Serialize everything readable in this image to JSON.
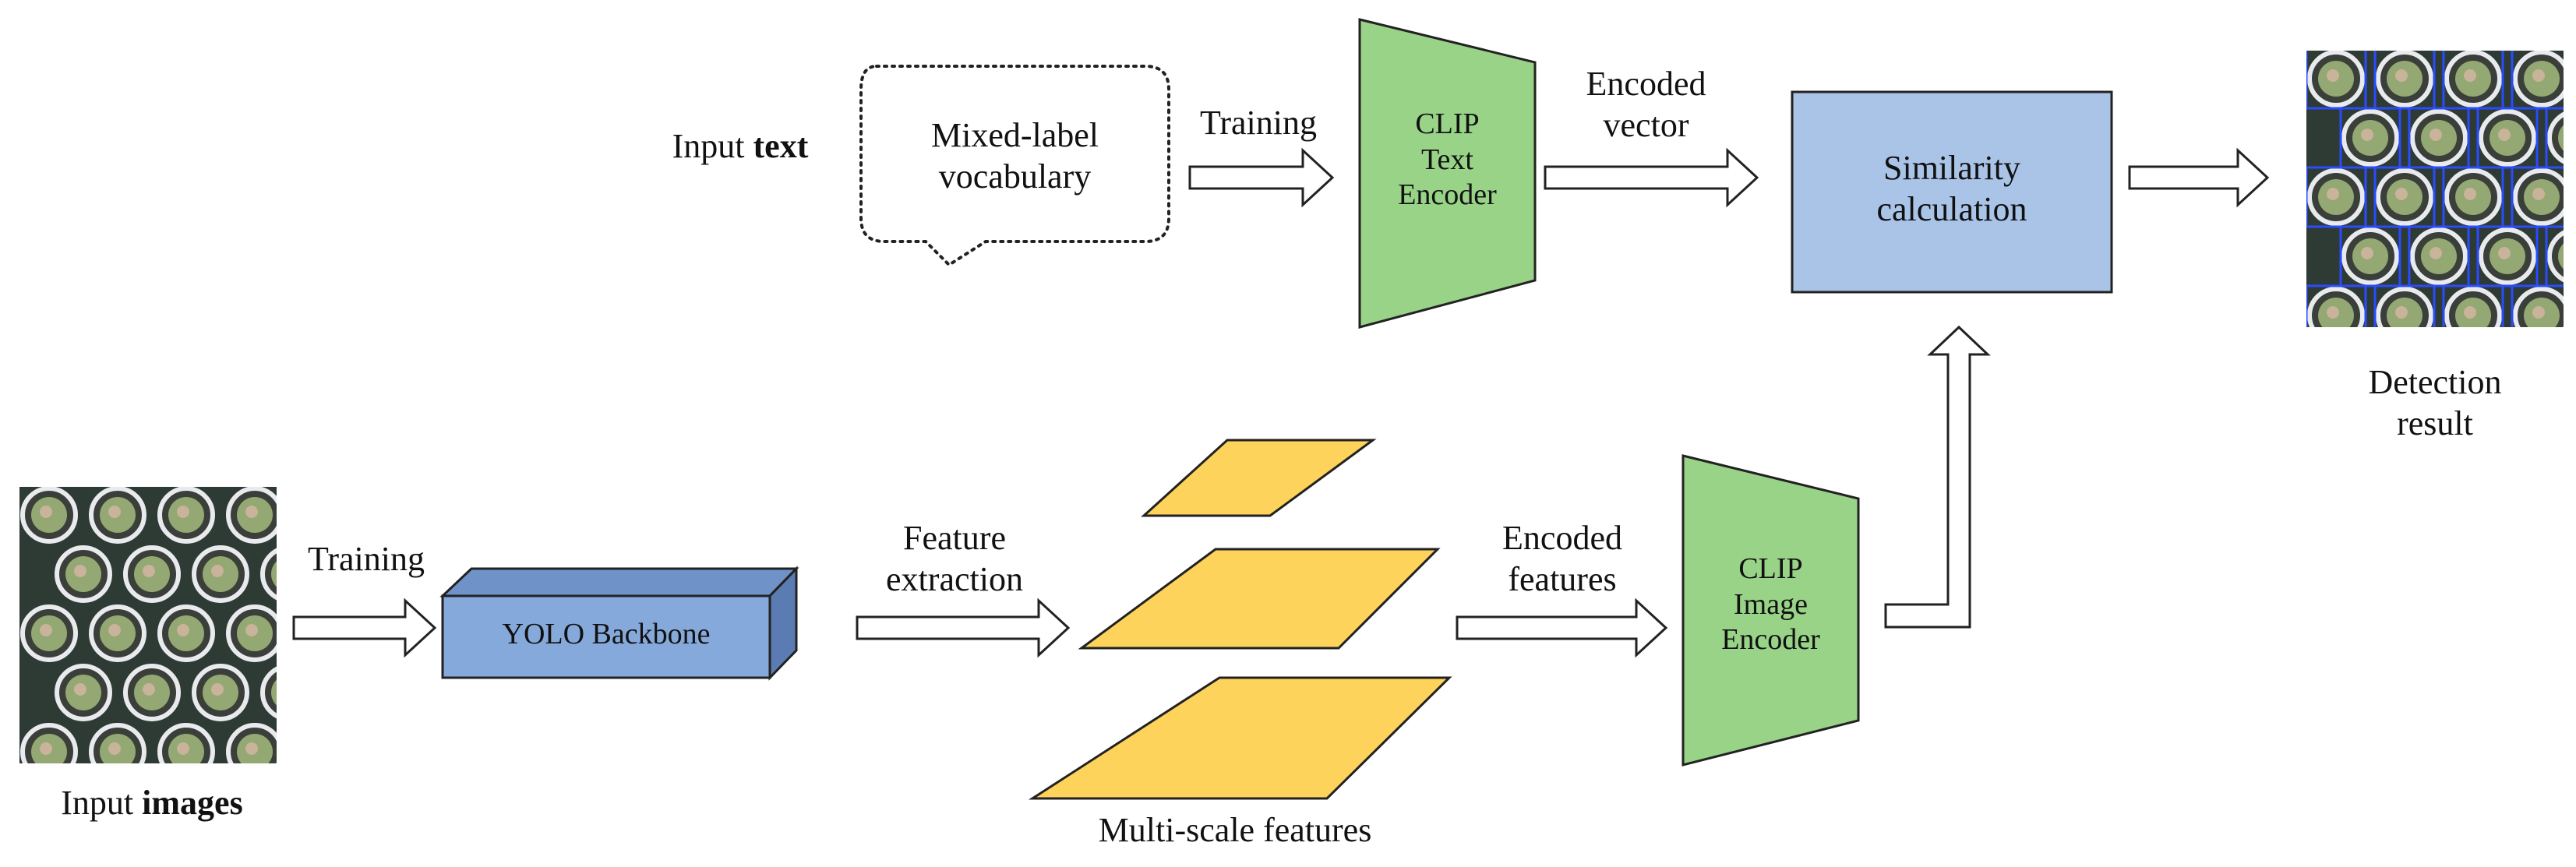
{
  "text_input": {
    "label_prefix": "Input ",
    "label_bold": "text"
  },
  "image_input": {
    "label_prefix": "Input ",
    "label_bold": "images"
  },
  "vocabulary": {
    "line1": "Mixed-label",
    "line2": "vocabulary"
  },
  "arrows": {
    "training_top": "Training",
    "training_bottom": "Training",
    "encoded_vector_1": "Encoded",
    "encoded_vector_2": "vector",
    "feature_extraction_1": "Feature",
    "feature_extraction_2": "extraction",
    "encoded_features_1": "Encoded",
    "encoded_features_2": "features"
  },
  "text_encoder": {
    "line1": "CLIP",
    "line2": "Text",
    "line3": "Encoder"
  },
  "image_encoder": {
    "line1": "CLIP",
    "line2": "Image",
    "line3": "Encoder"
  },
  "similarity": {
    "line1": "Similarity",
    "line2": "calculation"
  },
  "backbone": {
    "label": "YOLO Backbone"
  },
  "features": {
    "caption": "Multi-scale features"
  },
  "detection": {
    "line1": "Detection",
    "line2": "result"
  },
  "colors": {
    "encoder_green": "#98d388",
    "similarity_blue": "#aac4e8",
    "backbone_blue": "#86a9db",
    "backbone_top": "#6f92c8",
    "backbone_side": "#5a7cb3",
    "feature_yellow": "#fdd35b",
    "photo_bg": "#2e3a34",
    "pot_rim": "#e8eaee",
    "plant": "#93a872",
    "detect_box": "#2a4cff"
  }
}
